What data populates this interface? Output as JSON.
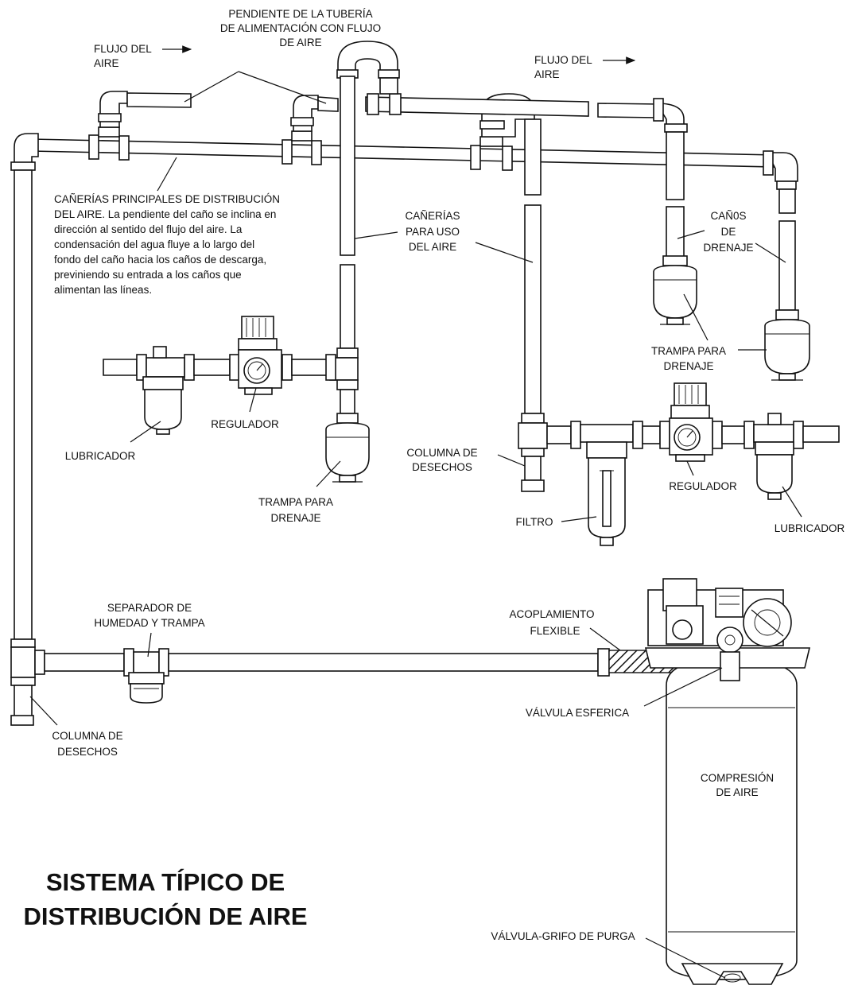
{
  "title": {
    "line1": "SISTEMA TÍPICO DE",
    "line2": "DISTRIBUCIÓN DE AIRE"
  },
  "labels": {
    "pendiente": [
      "PENDIENTE DE LA TUBERÍA",
      "DE ALIMENTACIÓN CON FLUJO",
      "DE AIRE"
    ],
    "flujo_left": [
      "FLUJO DEL",
      "AIRE"
    ],
    "flujo_right": [
      "FLUJO DEL",
      "AIRE"
    ],
    "canerias_principales": [
      "CAÑERÍAS PRINCIPALES DE DISTRIBUCIÓN",
      "DEL AIRE. La pendiente del caño se inclina en",
      "dirección al sentido del flujo del aire. La",
      "condensación del agua fluye a lo largo del",
      "fondo del caño hacia los caños de descarga,",
      "previniendo su entrada a los caños que",
      "alimentan las líneas."
    ],
    "canerias_uso": [
      "CAÑERÍAS",
      "PARA USO",
      "DEL AIRE"
    ],
    "canos_drenaje": [
      "CAÑ0S",
      "DE",
      "DRENAJE"
    ],
    "trampa_right": [
      "TRAMPA PARA",
      "DRENAJE"
    ],
    "trampa_left": [
      "TRAMPA PARA",
      "DRENAJE"
    ],
    "regulador_left": "REGULADOR",
    "regulador_right": "REGULADOR",
    "lubricador_left": "LUBRICADOR",
    "lubricador_right": "LUBRICADOR",
    "columna_right": [
      "COLUMNA DE",
      "DESECHOS"
    ],
    "columna_left": [
      "COLUMNA DE",
      "DESECHOS"
    ],
    "filtro": "FILTRO",
    "separador": [
      "SEPARADOR DE",
      "HUMEDAD Y TRAMPA"
    ],
    "acoplamiento": [
      "ACOPLAMIENTO",
      "FLEXIBLE"
    ],
    "valvula_esferica": "VÁLVULA ESFERICA",
    "compresion": [
      "COMPRESIÓN",
      "DE AIRE"
    ],
    "valvula_purga": "VÁLVULA-GRIFO DE PURGA"
  }
}
